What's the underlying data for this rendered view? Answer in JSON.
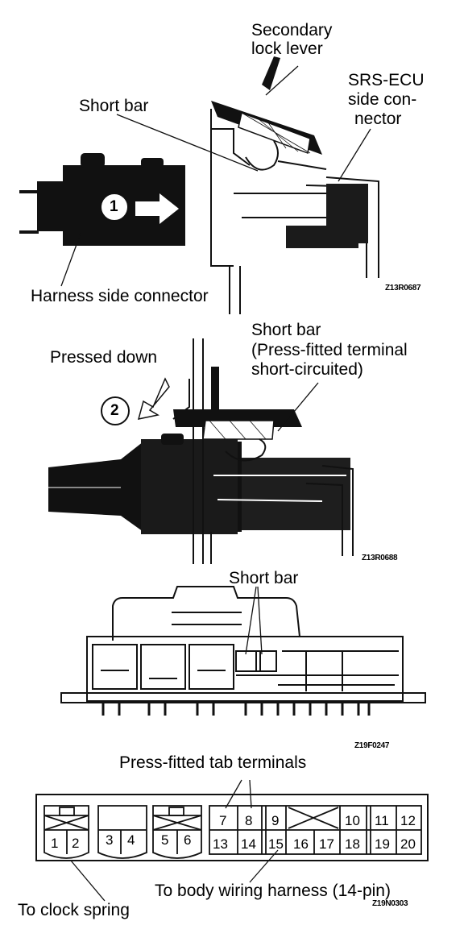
{
  "figure1": {
    "secondary_lock_lever": [
      "Secondary",
      "lock lever"
    ],
    "srs_ecu_side_connector": [
      "SRS-ECU",
      "side con-",
      "nector"
    ],
    "short_bar": "Short bar",
    "step": "1",
    "harness_side_connector": "Harness side connector",
    "code": "Z13R0687"
  },
  "figure2": {
    "short_bar": [
      "Short bar",
      "(Press-fitted terminal",
      "short-circuited)"
    ],
    "pressed_down": "Pressed down",
    "step": "2",
    "code": "Z13R0688"
  },
  "figure3": {
    "short_bar": "Short bar",
    "code": "Z19F0247"
  },
  "figure4": {
    "press_fitted": "Press-fitted tab terminals",
    "to_clock_spring": "To clock spring",
    "to_body_wiring": "To body wiring harness (14-pin)",
    "code": "Z19N0303",
    "pins": [
      "1",
      "2",
      "3",
      "4",
      "5",
      "6",
      "7",
      "8",
      "9",
      "10",
      "11",
      "12",
      "13",
      "14",
      "15",
      "16",
      "17",
      "18",
      "19",
      "20"
    ]
  }
}
